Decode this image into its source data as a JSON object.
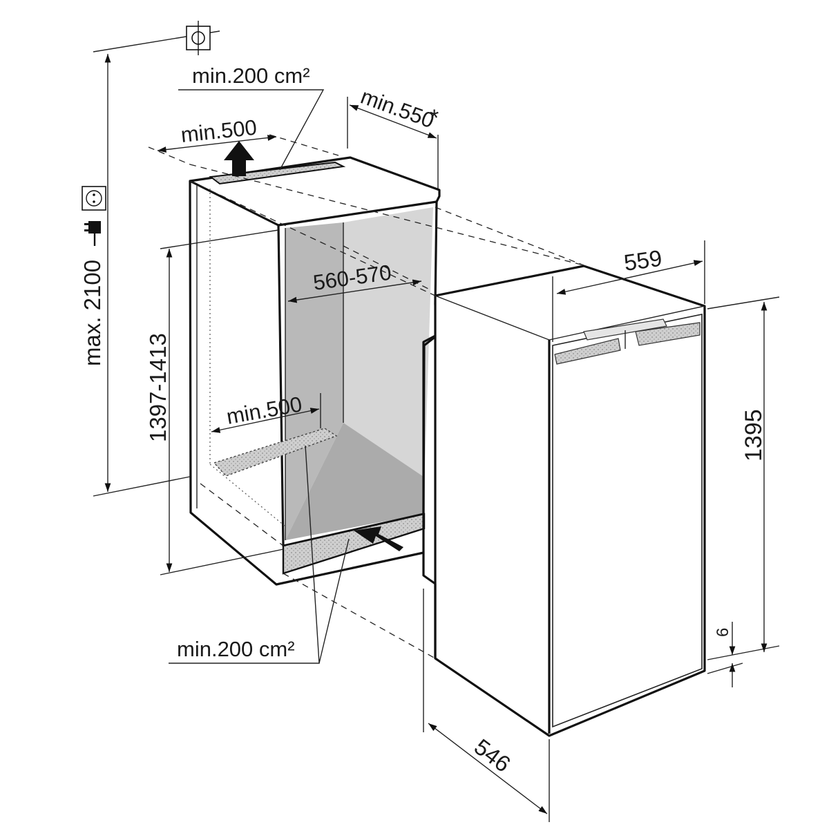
{
  "labels": {
    "top_vent_area": "min.200 cm²",
    "top_vent_width": "min.500",
    "niche_depth": "min.550",
    "niche_depth_mark": "*",
    "max_height": "max. 2100",
    "niche_height": "1397-1413",
    "niche_width": "560-570",
    "bottom_vent_width": "min.500",
    "bottom_vent_area": "min.200 cm²",
    "appliance_width": "559",
    "appliance_height": "1395",
    "plinth_gap": "6",
    "appliance_depth": "546"
  },
  "icons": [
    "ground-symbol-icon",
    "power-socket-icon",
    "power-plug-icon",
    "air-flow-arrow-icon"
  ],
  "colors": {
    "line": "#111111",
    "cavity_shade": "#bdbdbd",
    "cavity_wall": "#d9d9d9",
    "floor": "#b0b0b0"
  }
}
